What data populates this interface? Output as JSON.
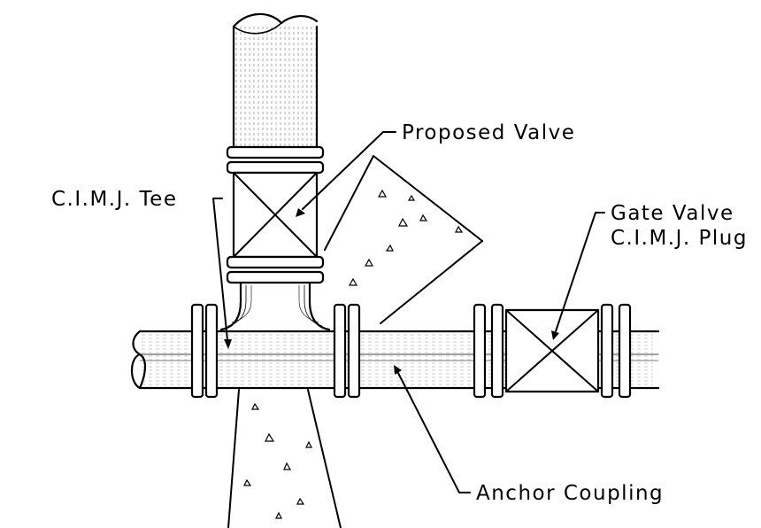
{
  "labels": {
    "proposed_valve": "Proposed Valve",
    "cimj_tee": "C.I.M.J. Tee",
    "gate_valve_line1": "Gate Valve",
    "gate_valve_line2": "C.I.M.J. Plug",
    "anchor_coupling": "Anchor Coupling"
  }
}
